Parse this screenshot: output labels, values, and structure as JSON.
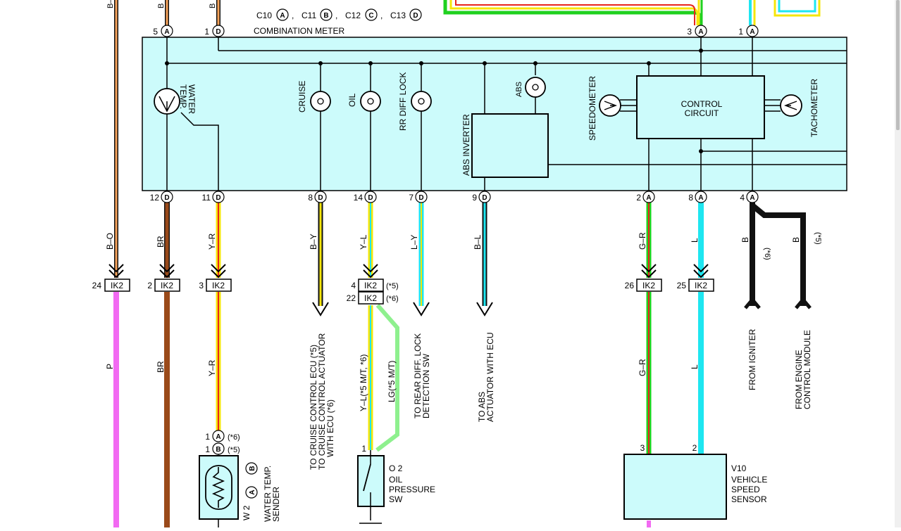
{
  "connectors_legend": {
    "c10": "C10",
    "c10_code": "A",
    "c11": "C11",
    "c11_code": "B",
    "c12": "C12",
    "c12_code": "C",
    "c13": "C13",
    "c13_code": "D",
    "sep": ","
  },
  "meter": {
    "title": "COMBINATION METER",
    "water_temp": [
      "WATER",
      "TEMP."
    ],
    "cruise": "CRUISE",
    "oil": "OIL",
    "rr_diff_lock": "RR DIFF LOCK",
    "abs": "ABS",
    "abs_inverter": "ABS INVERTER",
    "speedometer": "SPEEDOMETER",
    "control_circuit": [
      "CONTROL",
      "CIRCUIT"
    ],
    "tachometer": "TACHOMETER"
  },
  "top_pins": [
    {
      "num": "5",
      "code": "A"
    },
    {
      "num": "1",
      "code": "D"
    },
    {
      "num": "3",
      "code": "A"
    },
    {
      "num": "1",
      "code": "A"
    }
  ],
  "top_wires": [
    "B–O",
    "B",
    "B"
  ],
  "bottom_pins": [
    {
      "num": "12",
      "code": "D"
    },
    {
      "num": "11",
      "code": "D"
    },
    {
      "num": "8",
      "code": "D"
    },
    {
      "num": "14",
      "code": "D"
    },
    {
      "num": "7",
      "code": "D"
    },
    {
      "num": "9",
      "code": "D"
    },
    {
      "num": "2",
      "code": "A"
    },
    {
      "num": "8",
      "code": "A"
    },
    {
      "num": "4",
      "code": "A"
    }
  ],
  "wire_colors": {
    "b_o": "B–O",
    "br": "BR",
    "y_r": "Y–R",
    "b_y": "B–Y",
    "y_l": "Y–L",
    "l_y": "L–Y",
    "b_l": "B–L",
    "g_r": "G–R",
    "l": "L",
    "b": "B",
    "b2": "B",
    "p": "P",
    "br2": "BR",
    "y_r2": "Y–R",
    "y_l_5mt": "Y–L(*5 M/T, *6)",
    "lg_5mt": "LG(*5 M/T)",
    "g_r2": "G–R",
    "l2": "L"
  },
  "notes": {
    "n6": "(*6)",
    "n5": "(*5)"
  },
  "ik2": [
    {
      "num": "24",
      "label": "IK2"
    },
    {
      "num": "2",
      "label": "IK2"
    },
    {
      "num": "3",
      "label": "IK2"
    },
    {
      "num": "4",
      "label": "IK2",
      "note": "(*5)"
    },
    {
      "num": "22",
      "label": "IK2",
      "note": "(*6)"
    },
    {
      "num": "26",
      "label": "IK2"
    },
    {
      "num": "25",
      "label": "IK2"
    }
  ],
  "destinations": {
    "cruise": [
      "TO CRUISE CONTROL ECU (*5)",
      "TO CRUISE CONTROL ACTUATOR",
      "WITH ECU (*6)"
    ],
    "rear_diff": [
      "TO REAR DIFF. LOCK",
      "DETECTION SW"
    ],
    "abs": [
      "TO ABS",
      "ACTUATOR WITH ECU"
    ],
    "igniter": "FROM IGNITER",
    "ecm": [
      "FROM ENGINE",
      "CONTROL MODULE"
    ]
  },
  "w2": {
    "pin_a_num": "1",
    "pin_a_code": "A",
    "pin_a_note": "(*6)",
    "pin_b_num": "1",
    "pin_b_code": "B",
    "pin_b_note": "(*5)",
    "id": "W 2",
    "code_a": "A",
    "code_b": "B",
    "name": [
      "WATER TEMP.",
      "SENDER"
    ]
  },
  "o2": {
    "pin": "1",
    "id": "O 2",
    "name": [
      "OIL",
      "PRESSURE",
      "SW"
    ]
  },
  "v10": {
    "pin3": "3",
    "pin2": "2",
    "id": "V10",
    "name": [
      "VEHICLE",
      "SPEED",
      "SENSOR"
    ]
  },
  "colors": {
    "meter_fill": "#ccfbfb",
    "orange": "#f5a25a",
    "brown": "#9a4a1a",
    "yellow": "#f5e60a",
    "red": "#e8241c",
    "green": "#1fd11f",
    "light_green": "#8ef08e",
    "cyan": "#1ee6f0",
    "pink": "#f26af2",
    "black": "#111111"
  }
}
